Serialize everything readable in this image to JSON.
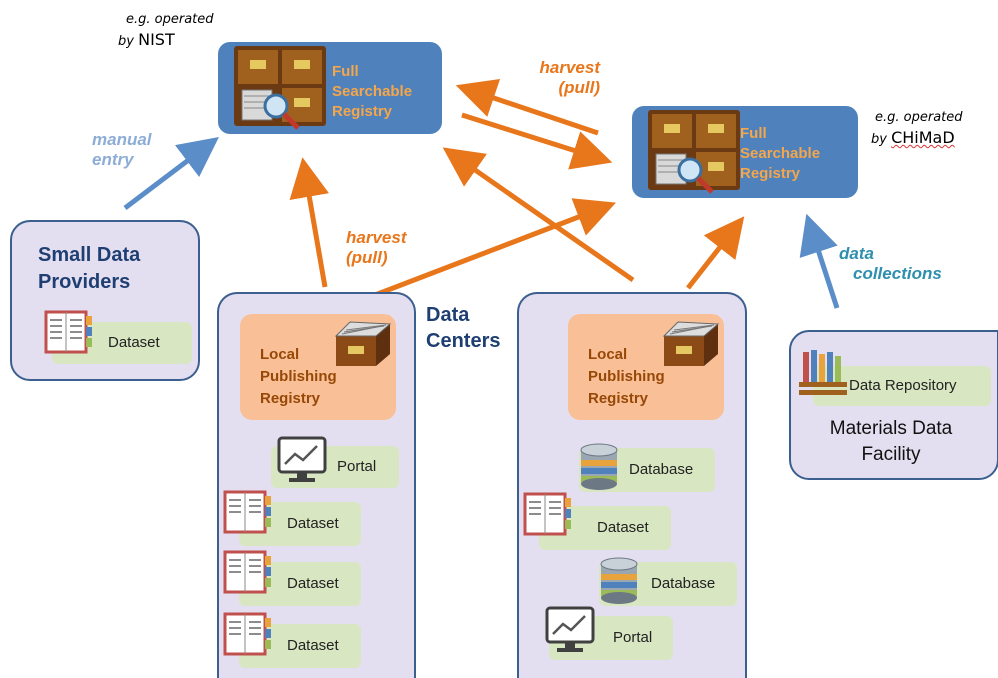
{
  "notes": {
    "nist_eg": "e.g. operated",
    "nist_by": "by",
    "nist_org": "NIST",
    "chimad_eg": "e.g. operated",
    "chimad_by": "by",
    "chimad_org": "CHiMaD"
  },
  "registries": {
    "nist": {
      "line1": "Full",
      "line2": "Searchable",
      "line3": "Registry"
    },
    "chimad": {
      "line1": "Full",
      "line2": "Searchable",
      "line3": "Registry"
    }
  },
  "arrow_labels": {
    "harvest_top_1": "harvest",
    "harvest_top_2": "(pull)",
    "harvest_mid_1": "harvest",
    "harvest_mid_2": "(pull)",
    "manual_1": "manual",
    "manual_2": "entry",
    "collections_1": "data",
    "collections_2": "collections"
  },
  "small_providers": {
    "title1": "Small Data",
    "title2": "Providers",
    "dataset": "Dataset"
  },
  "data_centers": {
    "title1": "Data",
    "title2": "Centers"
  },
  "center_left": {
    "reg1": "Local",
    "reg2": "Publishing",
    "reg3": "Registry",
    "portal": "Portal",
    "dataset1": "Dataset",
    "dataset2": "Dataset",
    "dataset3": "Dataset"
  },
  "center_right": {
    "reg1": "Local",
    "reg2": "Publishing",
    "reg3": "Registry",
    "database1": "Database",
    "dataset": "Dataset",
    "database2": "Database",
    "portal": "Portal"
  },
  "mdf": {
    "repository": "Data Repository",
    "title1": "Materials Data",
    "title2": "Facility"
  },
  "colors": {
    "registry_blue": "#4f81bd",
    "arrow_orange": "#e8761b",
    "arrow_blue": "#5b8dc9",
    "box_fill": "#e4dff0",
    "box_border": "#3b5f8e",
    "local_registry": "#f9c097",
    "item_green": "#d8e6c2"
  }
}
